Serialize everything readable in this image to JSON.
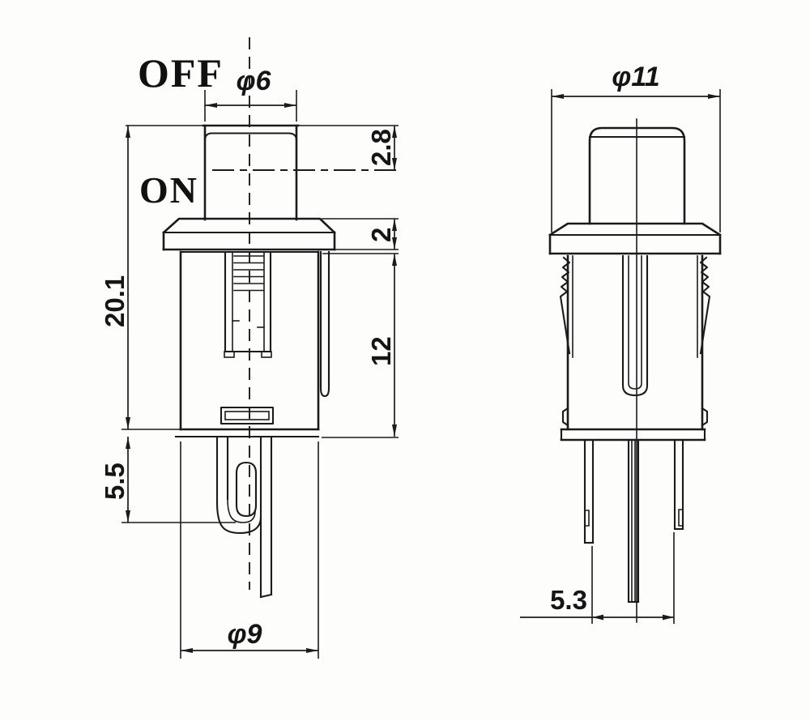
{
  "drawing": {
    "states": {
      "off": "OFF",
      "on": "ON"
    },
    "left_view": {
      "button_diameter": "φ6",
      "travel": "2.8",
      "flange_thickness": "2",
      "body_height": "12",
      "overall_height": "20.1",
      "bracket_depth": "5.5",
      "body_diameter": "φ9"
    },
    "right_view": {
      "flange_diameter": "φ11",
      "pin_spacing": "5.3"
    }
  }
}
